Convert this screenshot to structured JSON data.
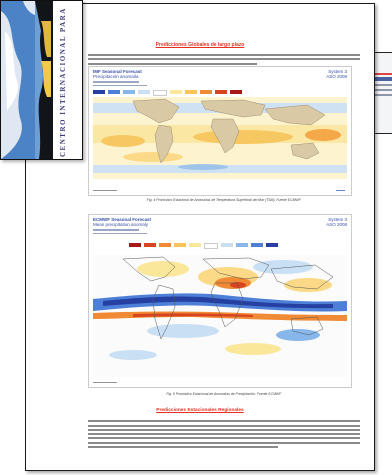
{
  "document": {
    "title": "Predicciones Globales de largo plazo",
    "section_title": "Predicciones Estacionales Regionales",
    "cover_label": "CENTRO INTERNACIONAL PARA"
  },
  "panel1": {
    "heading1": "IMF Seasonal Forecast",
    "heading2": "Precipitación anomalía",
    "right1": "System 3",
    "right2": "ASO 2008",
    "caption": "Fig. 4 Pronóstico Estacional de Anomalías de Temperatura Superficial del Mar (TSM). Fuente ECMWF."
  },
  "panel2": {
    "heading1": "ECMWF Seasonal Forecast",
    "heading2": "Mean precipitation anomaly",
    "right1": "System 3",
    "right2": "ASO 2008",
    "caption": "Fig. 5 Pronóstico Estacional de Anomalías de Precipitación. Fuente ECMWF."
  },
  "colors": {
    "title_red": "#e83020",
    "header_blue": "#3650a8",
    "cover_text": "#3c3a7a"
  }
}
